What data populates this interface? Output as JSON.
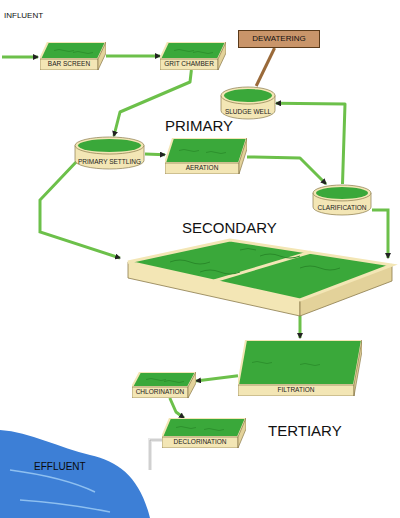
{
  "diagram": {
    "nodes": [
      {
        "text": [
          "BAR SCREEN"
        ]
      },
      {
        "text": [
          "GRIT CHAMBER"
        ]
      },
      {
        "text": [
          "DEWATERING"
        ]
      },
      {
        "text": [
          "SLUDGE WELL"
        ]
      },
      {
        "text": [
          "PRIMARY SETTLING"
        ]
      },
      {
        "text": [
          "AERATION"
        ]
      },
      {
        "text": [
          "CLARIFICATION"
        ]
      },
      {
        "text": [
          "FILTRATION"
        ]
      },
      {
        "text": [
          "CHLORINATION"
        ]
      },
      {
        "text": [
          "DECLORINATION"
        ]
      }
    ],
    "edges": [
      {
        "from": 0,
        "to": 1,
        "arrow": "to"
      },
      {
        "from": 1,
        "to": 4,
        "arrow": "to"
      },
      {
        "from": 4,
        "to": 5,
        "arrow": "to"
      },
      {
        "from": 5,
        "to": 6,
        "arrow": "to"
      },
      {
        "from": 6,
        "to": 3,
        "arrow": "to"
      },
      {
        "from": 3,
        "to": 2,
        "arrow": "none"
      },
      {
        "from": 7,
        "to": 8,
        "arrow": "to"
      },
      {
        "from": 8,
        "to": 9,
        "arrow": "to"
      }
    ],
    "labels": [
      "INFLUENT",
      "PRIMARY",
      "SECONDARY",
      "TERTIARY",
      "EFFLUENT"
    ]
  }
}
